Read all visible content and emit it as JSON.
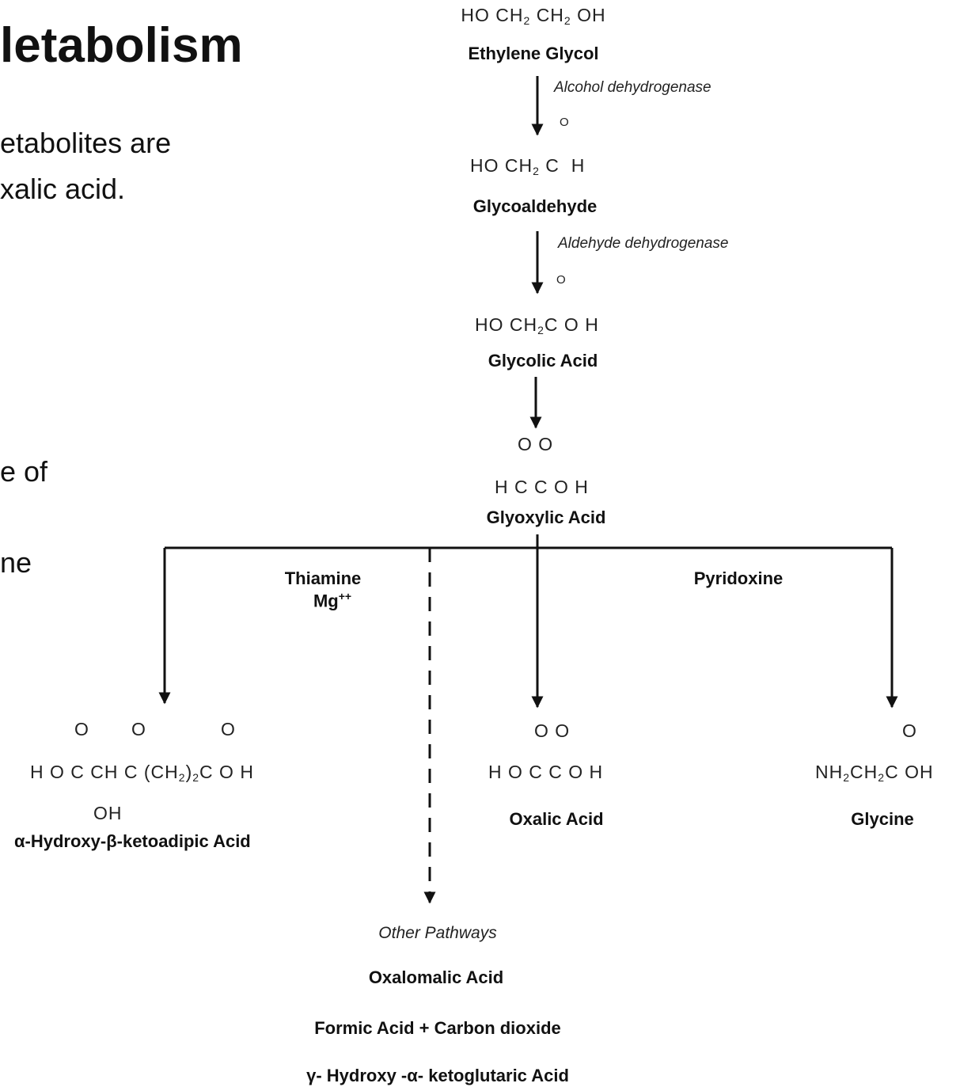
{
  "slide": {
    "title_fragment": "letabolism",
    "bullets": [
      "etabolites are",
      "xalic acid.",
      "e of",
      "ne"
    ]
  },
  "diagram": {
    "ethylene_glycol": {
      "formula": "HO CH2 CH2 OH",
      "name": "Ethylene Glycol"
    },
    "enzyme_1": "Alcohol dehydrogenase",
    "glycoaldehyde": {
      "formula_o": "O",
      "formula": "HO CH2 C  H",
      "name": "Glycoaldehyde"
    },
    "enzyme_2": "Aldehyde dehydrogenase",
    "glycolic_acid": {
      "formula_o": "O",
      "formula": "HO CH2C O H",
      "name": "Glycolic Acid"
    },
    "glyoxylic_acid": {
      "formula_o": "O O",
      "formula": "H C C O H",
      "name": "Glyoxylic Acid"
    },
    "cofactor_left": {
      "line1": "Thiamine",
      "line2": "Mg++"
    },
    "cofactor_right": "Pyridoxine",
    "hydroxy_ketoadipic": {
      "o1": "O",
      "o2": "O",
      "o3": "O",
      "formula": "H O C CH C (CH2)2C O H",
      "oh": "OH",
      "name": "α-Hydroxy-β-ketoadipic Acid"
    },
    "oxalic_acid": {
      "formula_o": "O O",
      "formula": "H O C C O H",
      "name": "Oxalic Acid"
    },
    "glycine": {
      "formula_o": "O",
      "formula": "NH2CH2C OH",
      "name": "Glycine"
    },
    "other_pathways": {
      "label": "Other Pathways",
      "items": [
        "Oxalomalic Acid",
        "Formic Acid + Carbon dioxide",
        "γ- Hydroxy -α- ketoglutaric Acid"
      ]
    }
  }
}
